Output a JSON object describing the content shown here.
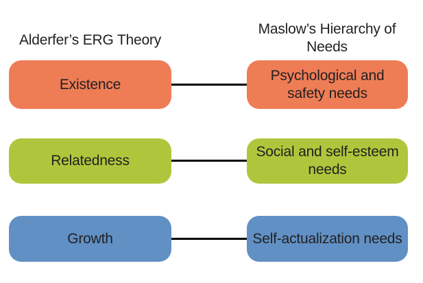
{
  "left_column": {
    "title": "Alderfer’s ERG Theory"
  },
  "right_column": {
    "title": "Maslow’s Hierarchy of Needs"
  },
  "rows": [
    {
      "left_label": "Existence",
      "right_label": "Psychological and safety needs",
      "color": "#EE7D56"
    },
    {
      "left_label": "Relatedness",
      "right_label": "Social and self-esteem needs",
      "color": "#AFC63C"
    },
    {
      "left_label": "Growth",
      "right_label": "Self-actualization needs",
      "color": "#6090C4"
    }
  ],
  "connector_color": "#000000",
  "text_color": "#231F20",
  "background_color": "#FFFFFF"
}
